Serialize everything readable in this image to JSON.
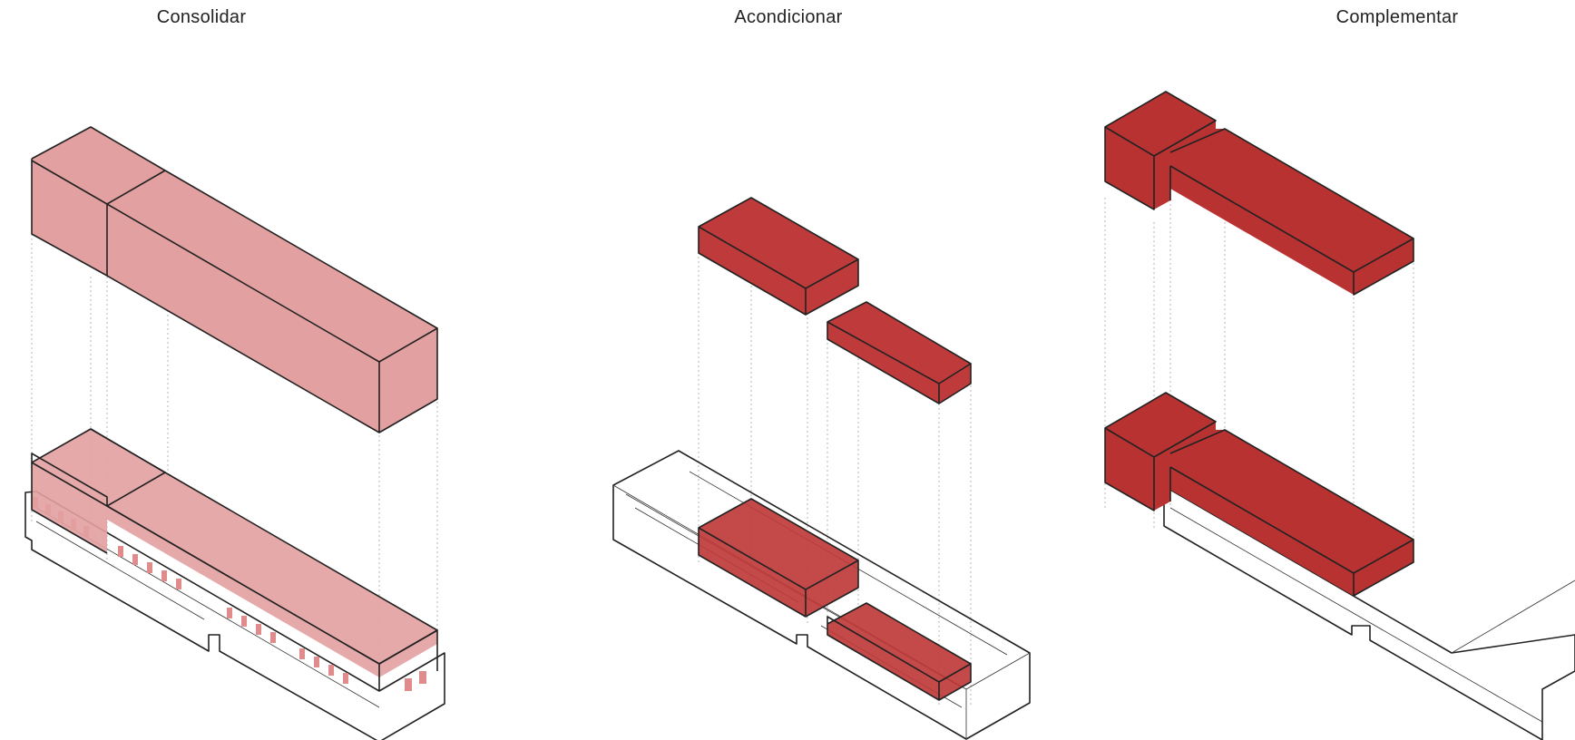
{
  "panels": [
    {
      "title": "Consolidar"
    },
    {
      "title": "Acondicionar"
    },
    {
      "title": "Complementar"
    }
  ],
  "colors": {
    "light_volume": "#e3a0a0",
    "dark_volume": "#bf3a3a",
    "base_outline": "#222222",
    "guide": "#b5b5b5"
  }
}
